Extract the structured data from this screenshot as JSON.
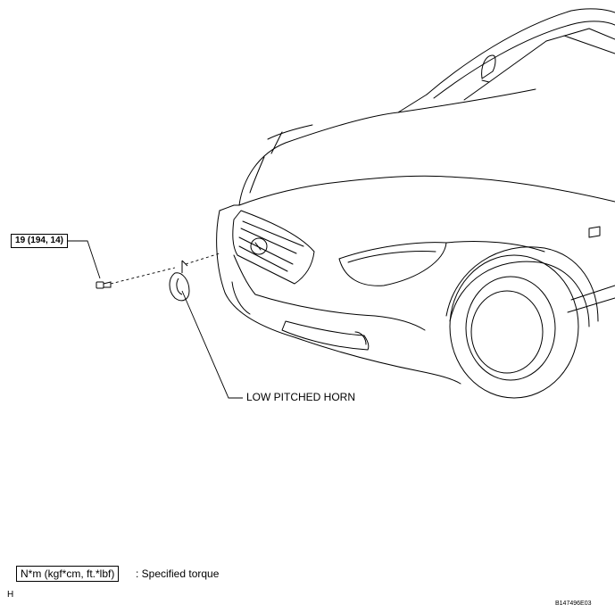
{
  "diagram": {
    "torque_callout": "19 (194, 14)",
    "part_label": "LOW PITCHED HORN",
    "legend": {
      "unit_box": "N*m (kgf*cm, ft.*lbf)",
      "description": ": Specified torque"
    },
    "corner_code": "H",
    "figure_id": "B147496E03"
  }
}
